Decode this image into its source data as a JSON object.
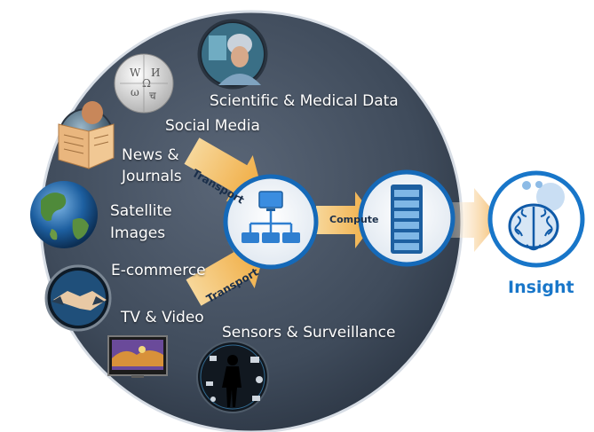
{
  "sources": {
    "scientific": "Scientific & Medical Data",
    "social": "Social Media",
    "news_line1": "News &",
    "news_line2": "Journals",
    "satellite_line1": "Satellite",
    "satellite_line2": "Images",
    "ecommerce": "E-commerce",
    "tv": "TV & Video",
    "sensors": "Sensors & Surveillance"
  },
  "arrows": {
    "transport_top": "Transport",
    "transport_bottom": "Transport",
    "compute": "Compute"
  },
  "insight": "Insight",
  "icons": [
    "network-icon",
    "server-icon",
    "brain-icon",
    "wikipedia-globe-icon",
    "scientist-icon",
    "newspaper-reader-icon",
    "earth-icon",
    "handshake-icon",
    "television-icon",
    "surveillance-icon"
  ],
  "colors": {
    "circle": "#3e4b5c",
    "arrow": "#f2b24a",
    "node_ring": "#1569b8",
    "insight_text": "#1876c9"
  }
}
